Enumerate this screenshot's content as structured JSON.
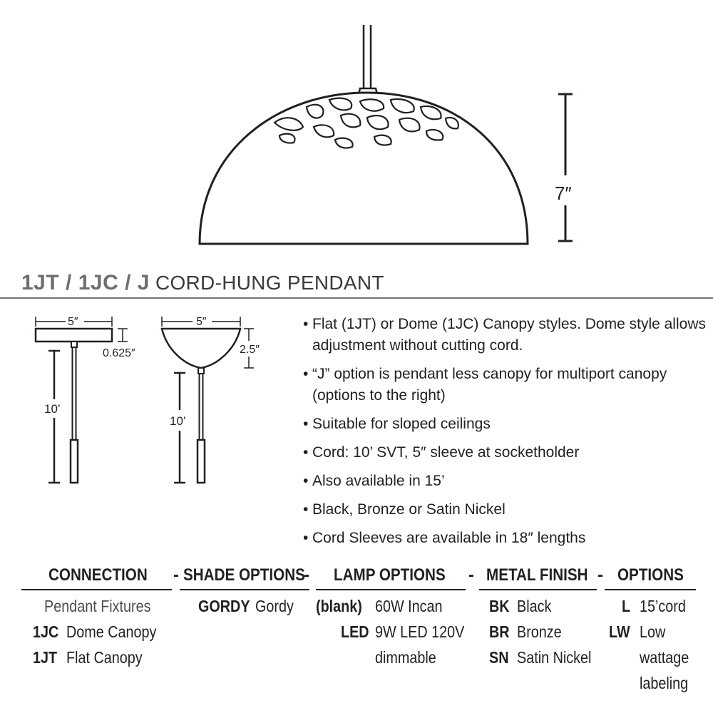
{
  "diagram": {
    "shade_height": "7″",
    "flat_canopy_width": "5″",
    "flat_canopy_height": "0.625″",
    "dome_canopy_width": "5″",
    "dome_canopy_height": "2.5″",
    "flat_cord_length": "10’",
    "dome_cord_length": "10’"
  },
  "title": {
    "models": "1JT / 1JC / J",
    "description": "CORD-HUNG  PENDANT"
  },
  "features": [
    "Flat (1JT) or Dome (1JC) Canopy styles. Dome style allows adjustment without cutting cord.",
    "“J” option is pendant less canopy for multiport canopy (options to the right)",
    "Suitable for sloped ceilings",
    "Cord: 10’ SVT, 5″ sleeve at socketholder",
    "Also available in 15’",
    "Black, Bronze or Satin Nickel",
    "Cord Sleeves are available in 18″ lengths"
  ],
  "spec": {
    "separator": "-",
    "connection": {
      "header": "CONNECTION",
      "subheader": "Pendant Fixtures",
      "items": [
        {
          "code": "1JC",
          "label": "Dome Canopy"
        },
        {
          "code": "1JT",
          "label": "Flat Canopy"
        }
      ]
    },
    "shade": {
      "header": "SHADE OPTIONS",
      "items": [
        {
          "code": "GORDY",
          "label": "Gordy"
        }
      ]
    },
    "lamp": {
      "header": "LAMP OPTIONS",
      "items": [
        {
          "code": "(blank)",
          "label": "60W Incan"
        },
        {
          "code": "LED",
          "label": "9W LED 120V",
          "label2": "dimmable"
        }
      ]
    },
    "finish": {
      "header": "METAL FINISH",
      "items": [
        {
          "code": "BK",
          "label": "Black"
        },
        {
          "code": "BR",
          "label": "Bronze"
        },
        {
          "code": "SN",
          "label": "Satin Nickel"
        }
      ]
    },
    "options": {
      "header": "OPTIONS",
      "items": [
        {
          "code": "L",
          "label": "15’cord"
        },
        {
          "code": "LW",
          "label": "Low",
          "label2": "wattage",
          "label3": "labeling"
        }
      ]
    }
  }
}
